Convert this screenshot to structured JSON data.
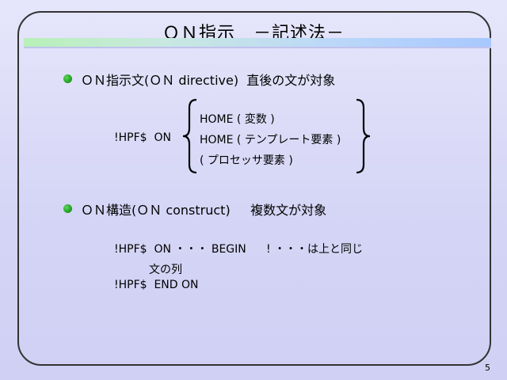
{
  "slide": {
    "title": "ＯＮ指示　－記述法－",
    "page_number": "5"
  },
  "section1": {
    "heading": "ＯＮ指示文(ＯＮ directive)  直後の文が対象",
    "directive": "!HPF$  ON",
    "options": [
      "HOME ( 変数 )",
      "HOME ( テンプレート要素 )",
      "( プロセッサ要素 )"
    ]
  },
  "section2": {
    "heading": "ＯＮ構造(ＯＮ construct)     複数文が対象",
    "line1": "!HPF$  ON ・・・ BEGIN",
    "line1_note": "! ・・・は上と同じ",
    "line2": "文の列",
    "line3": "!HPF$  END ON"
  }
}
